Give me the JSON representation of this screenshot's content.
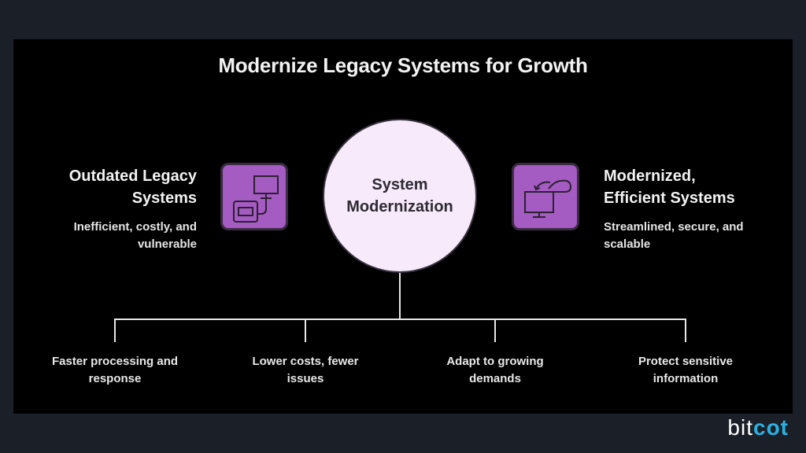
{
  "title": "Modernize Legacy Systems for Growth",
  "center": {
    "line1": "System",
    "line2": "Modernization"
  },
  "left": {
    "title_line1": "Outdated Legacy",
    "title_line2": "Systems",
    "desc_line1": "Inefficient, costly, and",
    "desc_line2": "vulnerable",
    "icon": "legacy-hardware-icon"
  },
  "right": {
    "title_line1": "Modernized,",
    "title_line2": "Efficient Systems",
    "desc_line1": "Streamlined, secure, and",
    "desc_line2": "scalable",
    "icon": "cloud-sync-monitor-icon"
  },
  "benefits": [
    {
      "line1": "Faster processing and",
      "line2": "response"
    },
    {
      "line1": "Lower costs, fewer",
      "line2": "issues"
    },
    {
      "line1": "Adapt to growing",
      "line2": "demands"
    },
    {
      "line1": "Protect sensitive",
      "line2": "information"
    }
  ],
  "logo": {
    "part1": "bit",
    "part2": "cot"
  },
  "colors": {
    "background": "#1b2028",
    "panel": "#000000",
    "accent": "#a45bc2",
    "circle": "#f7eafb",
    "logo_accent": "#2bb1e0"
  }
}
